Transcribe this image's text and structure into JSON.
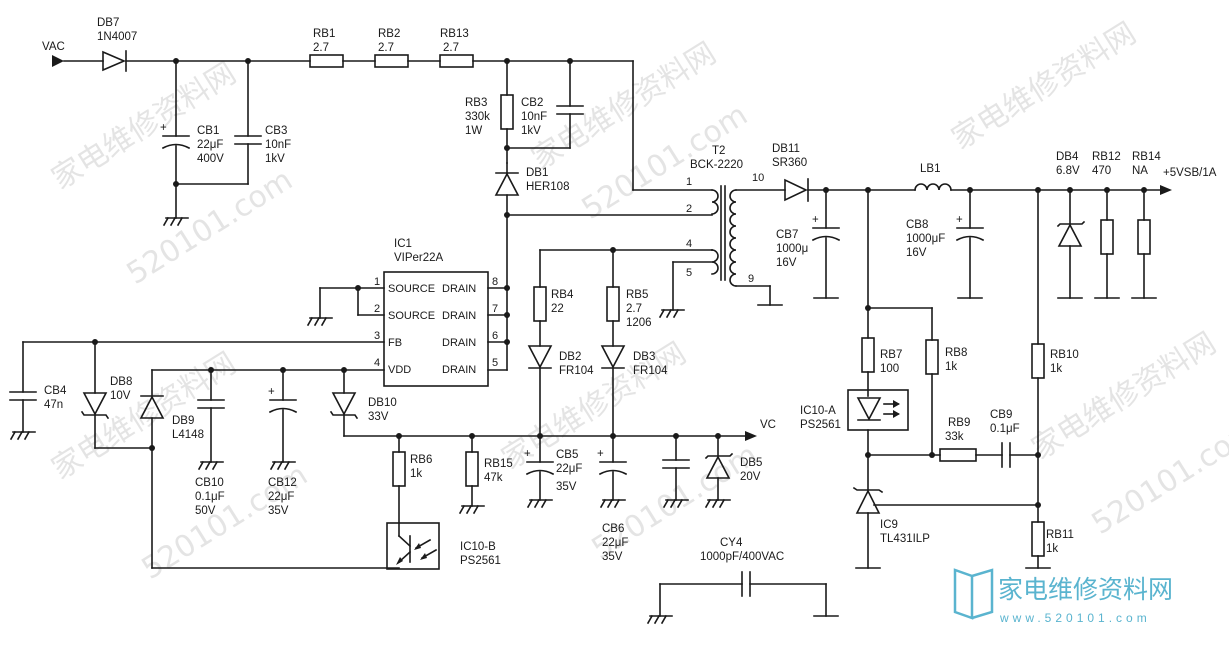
{
  "input": {
    "label": "VAC"
  },
  "output": {
    "label": "+5VSB/1A"
  },
  "vc_label": "VC",
  "components": {
    "db7": {
      "ref": "DB7",
      "value": "1N4007"
    },
    "rb1": {
      "ref": "RB1",
      "value": "2.7"
    },
    "rb2": {
      "ref": "RB2",
      "value": "2.7"
    },
    "rb13": {
      "ref": "RB13",
      "value": "2.7"
    },
    "cb1": {
      "ref": "CB1",
      "value": "22μF",
      "rating": "400V"
    },
    "cb3": {
      "ref": "CB3",
      "value": "10nF",
      "rating": "1kV"
    },
    "rb3": {
      "ref": "RB3",
      "value": "330k",
      "rating": "1W"
    },
    "cb2": {
      "ref": "CB2",
      "value": "10nF",
      "rating": "1kV"
    },
    "db1": {
      "ref": "DB1",
      "value": "HER108"
    },
    "t2": {
      "ref": "T2",
      "value": "BCK-2220",
      "pins": [
        "1",
        "2",
        "4",
        "5",
        "9",
        "10"
      ]
    },
    "db11": {
      "ref": "DB11",
      "value": "SR360"
    },
    "lb1": {
      "ref": "LB1"
    },
    "cb7": {
      "ref": "CB7",
      "value": "1000μ",
      "rating": "16V"
    },
    "cb8": {
      "ref": "CB8",
      "value": "1000μF",
      "rating": "16V"
    },
    "db4": {
      "ref": "DB4",
      "value": "6.8V"
    },
    "rb12": {
      "ref": "RB12",
      "value": "470"
    },
    "rb14": {
      "ref": "RB14",
      "value": "NA"
    },
    "ic1": {
      "ref": "IC1",
      "value": "VIPer22A",
      "left_pins": [
        {
          "num": "1",
          "name": "SOURCE"
        },
        {
          "num": "2",
          "name": "SOURCE"
        },
        {
          "num": "3",
          "name": "FB"
        },
        {
          "num": "4",
          "name": "VDD"
        }
      ],
      "right_pins": [
        {
          "num": "8",
          "name": "DRAIN"
        },
        {
          "num": "7",
          "name": "DRAIN"
        },
        {
          "num": "6",
          "name": "DRAIN"
        },
        {
          "num": "5",
          "name": "DRAIN"
        }
      ]
    },
    "rb4": {
      "ref": "RB4",
      "value": "22"
    },
    "rb5": {
      "ref": "RB5",
      "value": "2.7",
      "package": "1206"
    },
    "db2": {
      "ref": "DB2",
      "value": "FR104"
    },
    "db3": {
      "ref": "DB3",
      "value": "FR104"
    },
    "cb4": {
      "ref": "CB4",
      "value": "47n"
    },
    "db8": {
      "ref": "DB8",
      "value": "10V"
    },
    "db9": {
      "ref": "DB9",
      "value": "L4148"
    },
    "cb10": {
      "ref": "CB10",
      "value": "0.1μF",
      "rating": "50V"
    },
    "cb12": {
      "ref": "CB12",
      "value": "22μF",
      "rating": "35V"
    },
    "db10": {
      "ref": "DB10",
      "value": "33V"
    },
    "rb6": {
      "ref": "RB6",
      "value": "1k"
    },
    "rb15": {
      "ref": "RB15",
      "value": "47k"
    },
    "cb5": {
      "ref": "CB5",
      "value": "22μF",
      "rating": "35V"
    },
    "cb6": {
      "ref": "CB6",
      "value": "22μF",
      "rating": "35V"
    },
    "db5": {
      "ref": "DB5",
      "value": "20V"
    },
    "ic10b": {
      "ref": "IC10-B",
      "value": "PS2561"
    },
    "ic10a": {
      "ref": "IC10-A",
      "value": "PS2561"
    },
    "cy4": {
      "ref": "CY4",
      "value": "1000pF/400VAC"
    },
    "rb7": {
      "ref": "RB7",
      "value": "100"
    },
    "rb8": {
      "ref": "RB8",
      "value": "1k"
    },
    "rb9": {
      "ref": "RB9",
      "value": "33k"
    },
    "cb9": {
      "ref": "CB9",
      "value": "0.1μF"
    },
    "rb10": {
      "ref": "RB10",
      "value": "1k"
    },
    "rb11": {
      "ref": "RB11",
      "value": "1k"
    },
    "ic9": {
      "ref": "IC9",
      "value": "TL431ILP"
    }
  },
  "watermark": {
    "text_cn": "家电维修资料网",
    "text_url": "520101.com",
    "logo_text": "家电维修资料网",
    "logo_url": "www.520101.com"
  }
}
